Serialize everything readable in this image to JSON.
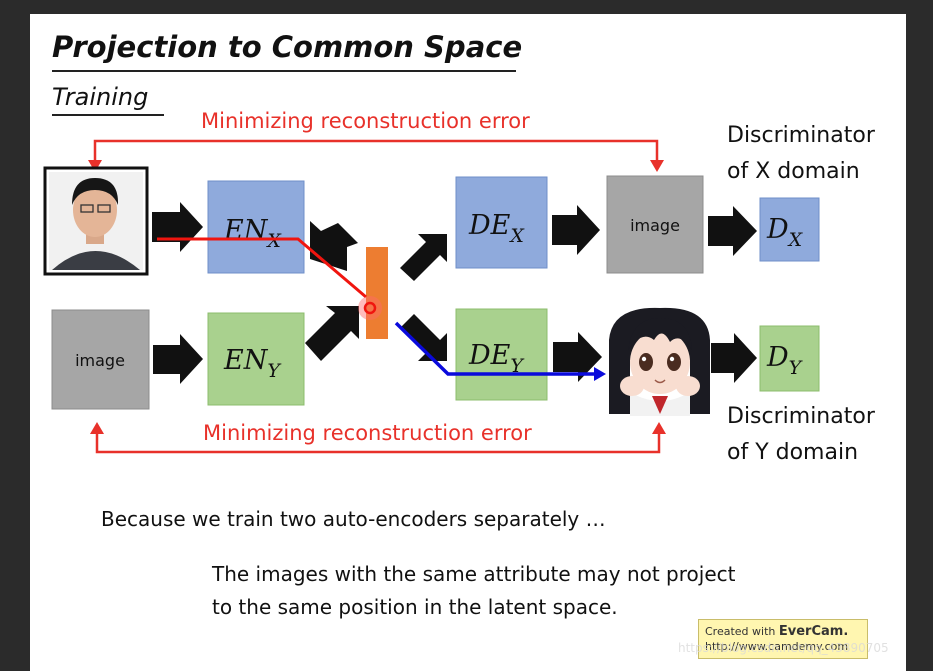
{
  "slide": {
    "title": "Projection to Common Space",
    "subtitle": "Training",
    "top_label": "Minimizing reconstruction error",
    "bottom_label": "Minimizing reconstruction error",
    "disc_x_line1": "Discriminator",
    "disc_x_line2": "of X domain",
    "disc_y_line1": "Discriminator",
    "disc_y_line2": "of Y domain",
    "body_line1": "Because we train two auto-encoders separately …",
    "body_line2a": "The images with the same attribute may not project",
    "body_line2b": "to the same position in the latent space."
  },
  "diagram": {
    "image_label_top": "image",
    "image_label_left": "image",
    "encoder_x": {
      "base": "EN",
      "sub": "X"
    },
    "encoder_y": {
      "base": "EN",
      "sub": "Y"
    },
    "decoder_x": {
      "base": "DE",
      "sub": "X"
    },
    "decoder_y": {
      "base": "DE",
      "sub": "Y"
    },
    "disc_x": {
      "base": "D",
      "sub": "X"
    },
    "disc_y": {
      "base": "D",
      "sub": "Y"
    },
    "colors": {
      "blue_box": "#8faadc",
      "green_box": "#a9d18e",
      "gray_box": "#a6a6a6",
      "latent": "#ed7d31",
      "red": "#e8312a",
      "blue_path": "#0a0adc"
    }
  },
  "watermark": {
    "line1_prefix": "Created with ",
    "line1_brand": "EverCam.",
    "line2": "http://www.camdemy.com"
  },
  "corner_text": "https://blog.csdn.net/qq_43890705"
}
